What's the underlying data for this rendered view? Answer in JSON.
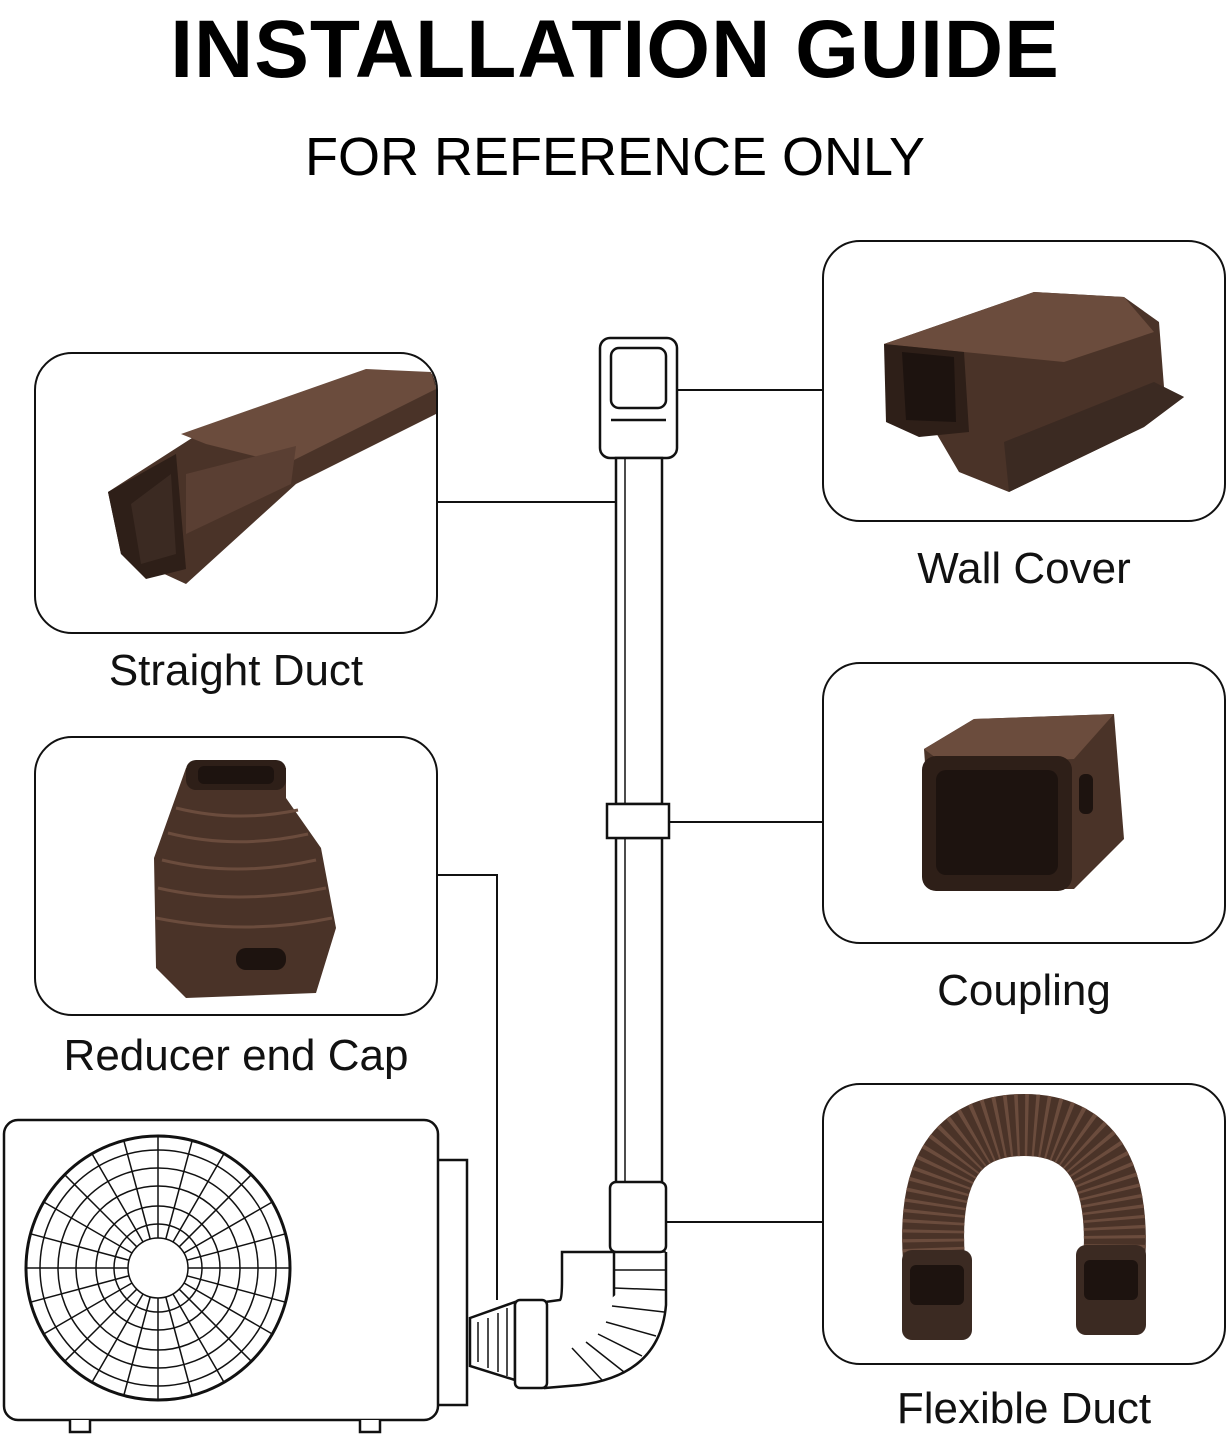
{
  "header": {
    "title": "INSTALLATION GUIDE",
    "subtitle": "FOR REFERENCE ONLY"
  },
  "parts": {
    "straight_duct": "Straight Duct",
    "reducer_end_cap": "Reducer end Cap",
    "wall_cover": "Wall Cover",
    "coupling": "Coupling",
    "flexible_duct": "Flexible Duct"
  },
  "colors": {
    "part_brown": "#4a3328",
    "part_brown_light": "#6b4c3d",
    "line": "#111111"
  }
}
